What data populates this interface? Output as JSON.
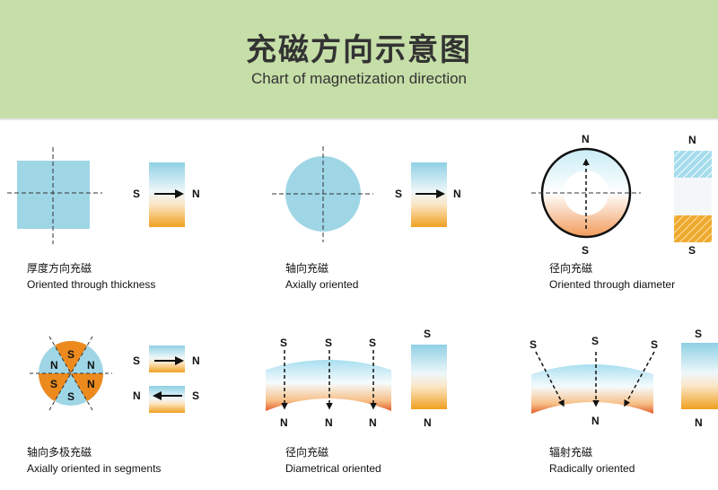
{
  "header": {
    "title": "充磁方向示意图",
    "subtitle": "Chart of magnetization direction"
  },
  "poles": {
    "north": "N",
    "south": "S"
  },
  "items": [
    {
      "cn": "厚度方向充磁",
      "en": "Oriented through thickness"
    },
    {
      "cn": "轴向充磁",
      "en": "Axially oriented"
    },
    {
      "cn": "径向充磁",
      "en": "Oriented through diameter"
    },
    {
      "cn": "轴向多极充磁",
      "en": "Axially oriented in segments"
    },
    {
      "cn": "径向充磁",
      "en": "Diametrical oriented"
    },
    {
      "cn": "辐射充磁",
      "en": "Radically oriented"
    }
  ],
  "colors": {
    "header_bg": "#c6dea8",
    "magnet_blue": "#9fd6e6",
    "magnet_orange": "#f0a020",
    "segment_orange": "#ec8a1e",
    "arc_red": "#e35d2c"
  }
}
